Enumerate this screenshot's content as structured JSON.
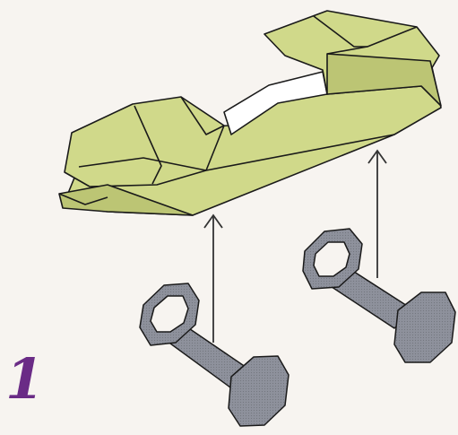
{
  "step": {
    "number": "1"
  },
  "colors": {
    "background": "#f7f4f0",
    "car_body": "#d0d98a",
    "car_body_shade": "#bcc574",
    "car_interior": "#ffffff",
    "outline": "#1a1a1a",
    "axle": "#8e919c",
    "axle_dark": "#6f727e",
    "arrow": "#333333",
    "step_number": "#6a2b86"
  },
  "parts": {
    "car_body": "car-body",
    "axles": [
      "front-axle",
      "rear-axle"
    ],
    "arrows": [
      "front-arrow",
      "rear-arrow"
    ]
  }
}
